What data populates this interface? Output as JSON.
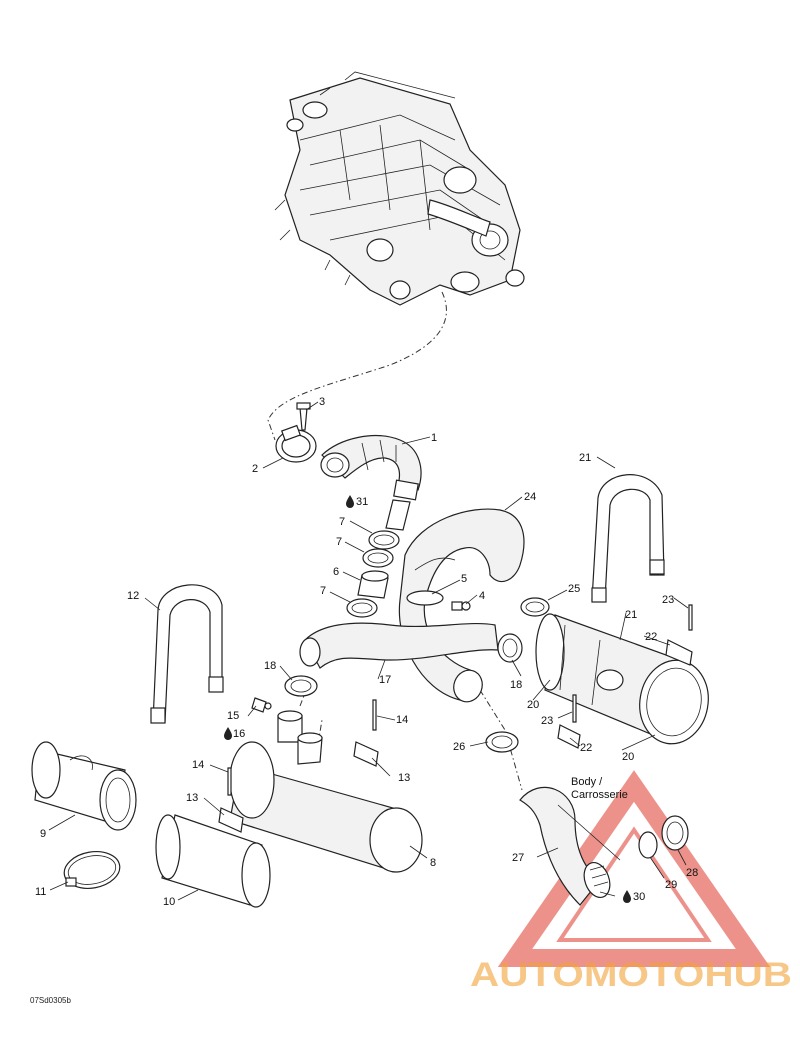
{
  "diagram": {
    "drawing_code": "07Sd0305b",
    "note_body": "Body /",
    "note_carrosserie": "Carrosserie",
    "watermark": "AUTOMOTOHUB",
    "colors": {
      "line": "#222222",
      "watermark_red": "#e03a2e",
      "watermark_orange": "#f2a23a",
      "watermark_grey": "#6b6b6b"
    },
    "callouts": [
      {
        "id": "c1",
        "text": "1"
      },
      {
        "id": "c2",
        "text": "2"
      },
      {
        "id": "c3",
        "text": "3"
      },
      {
        "id": "c4",
        "text": "4"
      },
      {
        "id": "c5",
        "text": "5"
      },
      {
        "id": "c6",
        "text": "6"
      },
      {
        "id": "c7a",
        "text": "7"
      },
      {
        "id": "c7b",
        "text": "7"
      },
      {
        "id": "c7c",
        "text": "7"
      },
      {
        "id": "c8",
        "text": "8"
      },
      {
        "id": "c9",
        "text": "9"
      },
      {
        "id": "c10",
        "text": "10"
      },
      {
        "id": "c11",
        "text": "11"
      },
      {
        "id": "c12",
        "text": "12"
      },
      {
        "id": "c13a",
        "text": "13"
      },
      {
        "id": "c13b",
        "text": "13"
      },
      {
        "id": "c14a",
        "text": "14"
      },
      {
        "id": "c14b",
        "text": "14"
      },
      {
        "id": "c15",
        "text": "15"
      },
      {
        "id": "c16",
        "text": "16"
      },
      {
        "id": "c17",
        "text": "17"
      },
      {
        "id": "c18a",
        "text": "18"
      },
      {
        "id": "c18b",
        "text": "18"
      },
      {
        "id": "c20a",
        "text": "20"
      },
      {
        "id": "c20b",
        "text": "20"
      },
      {
        "id": "c21a",
        "text": "21"
      },
      {
        "id": "c21b",
        "text": "21"
      },
      {
        "id": "c22a",
        "text": "22"
      },
      {
        "id": "c22b",
        "text": "22"
      },
      {
        "id": "c23a",
        "text": "23"
      },
      {
        "id": "c23b",
        "text": "23"
      },
      {
        "id": "c24",
        "text": "24"
      },
      {
        "id": "c25",
        "text": "25"
      },
      {
        "id": "c26",
        "text": "26"
      },
      {
        "id": "c27",
        "text": "27"
      },
      {
        "id": "c28",
        "text": "28"
      },
      {
        "id": "c29",
        "text": "29"
      },
      {
        "id": "c30",
        "text": "30"
      },
      {
        "id": "c31",
        "text": "31"
      }
    ]
  }
}
